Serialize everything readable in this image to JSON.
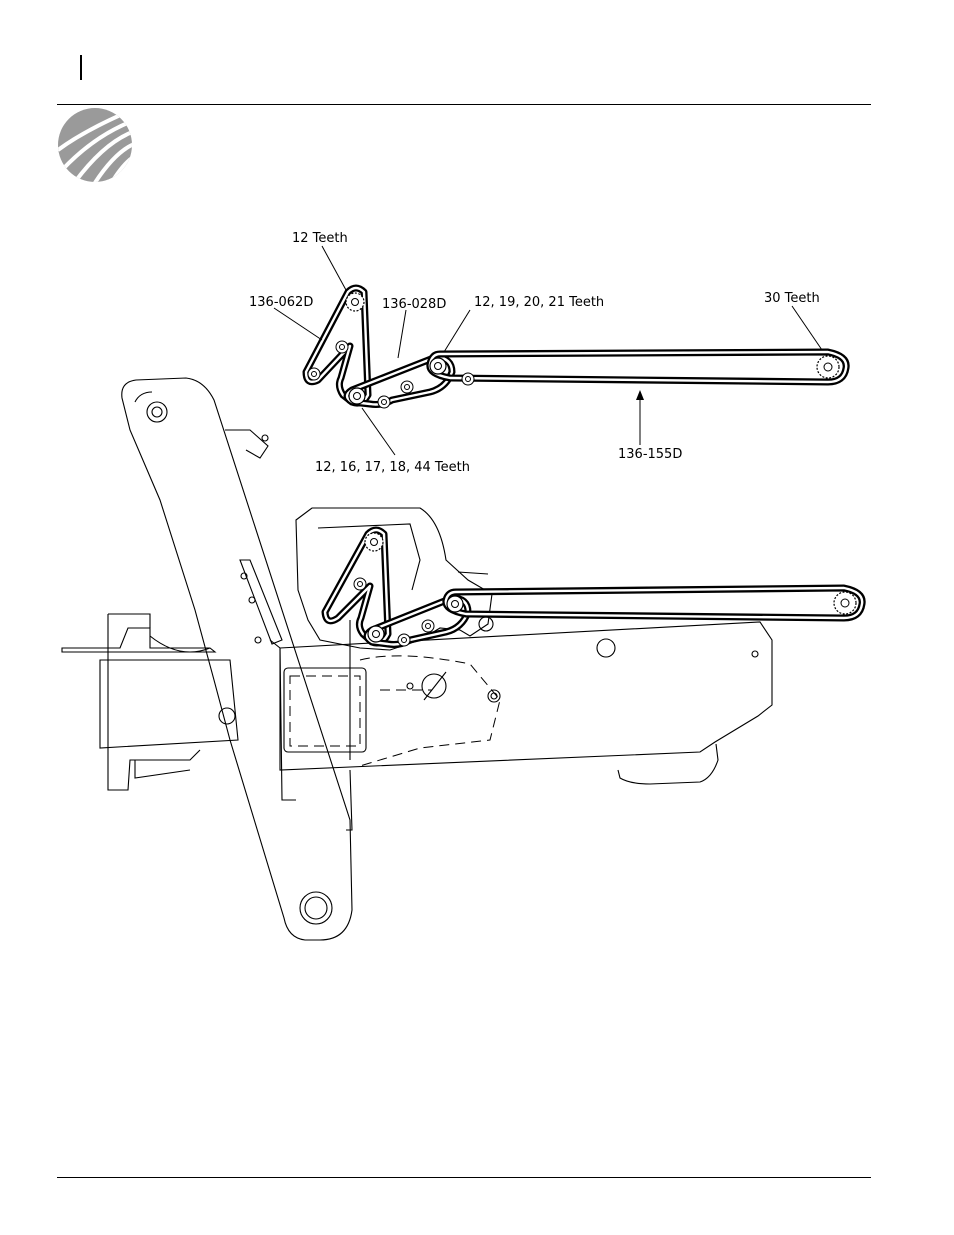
{
  "header": {
    "logo_icon": "brand-stripes-logo-icon"
  },
  "diagram": {
    "labels": {
      "top_sprocket_teeth": "12 Teeth",
      "chain_left": "136-062D",
      "chain_mid": "136-028D",
      "mid_sprocket_teeth": "12, 19, 20, 21 Teeth",
      "right_sprocket_teeth": "30 Teeth",
      "lower_sprocket_teeth": "12, 16, 17, 18, 44 Teeth",
      "chain_long": "136-155D"
    }
  }
}
